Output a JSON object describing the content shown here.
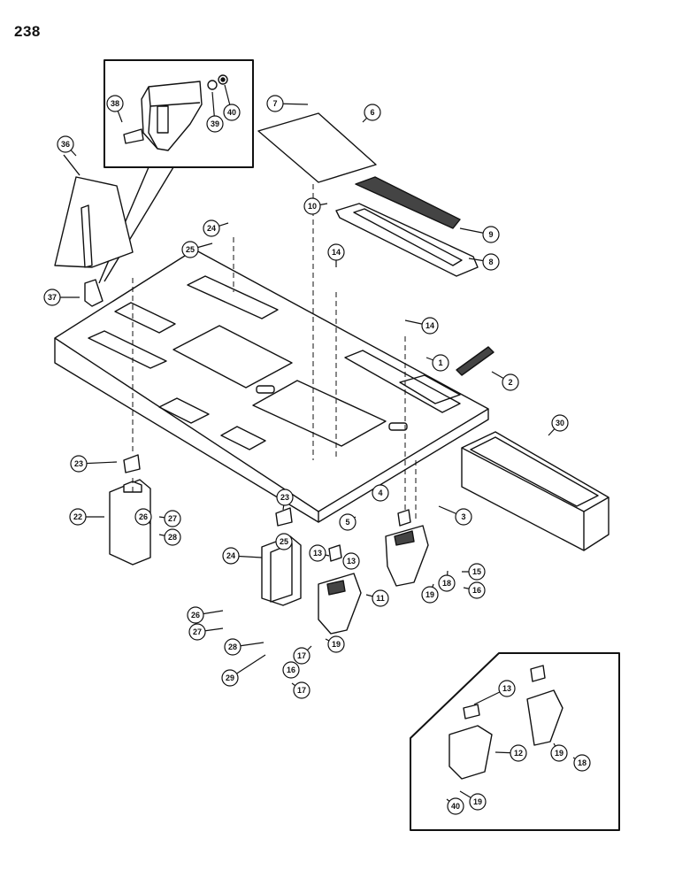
{
  "page_number": "238",
  "callouts": [
    "1",
    "2",
    "3",
    "4",
    "5",
    "6",
    "7",
    "8",
    "9",
    "10",
    "11",
    "12",
    "13",
    "14",
    "15",
    "16",
    "17",
    "18",
    "19",
    "22",
    "23",
    "24",
    "25",
    "26",
    "27",
    "28",
    "29",
    "30",
    "36",
    "37",
    "38",
    "39",
    "40"
  ]
}
